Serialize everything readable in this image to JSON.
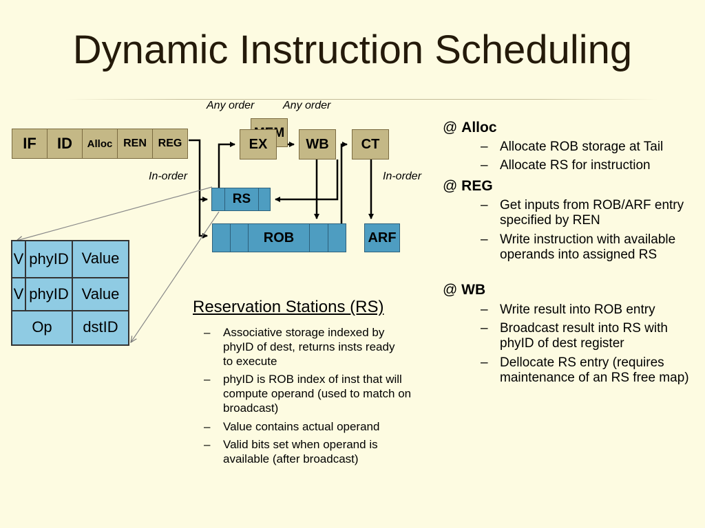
{
  "title": "Dynamic Instruction Scheduling",
  "labels": {
    "any_order_1": "Any order",
    "any_order_2": "Any order",
    "in_order_1": "In-order",
    "in_order_2": "In-order"
  },
  "pipeline": {
    "if": "IF",
    "id": "ID",
    "alloc": "Alloc",
    "ren": "REN",
    "reg": "REG",
    "mem": "MEM",
    "ex": "EX",
    "wb": "WB",
    "ct": "CT",
    "rs": "RS",
    "rob": "ROB",
    "arf": "ARF"
  },
  "rs_entry": {
    "v1": "V",
    "phyid1": "phyID",
    "value1": "Value",
    "v2": "V",
    "phyid2": "phyID",
    "value2": "Value",
    "op": "Op",
    "dstid": "dstID"
  },
  "rs_section": {
    "title": "Reservation Stations (RS)",
    "dash": "–",
    "bullets": [
      "Associative storage indexed by phyID of dest, returns insts ready to execute",
      "phyID is ROB index of inst that will compute operand (used to match on broadcast)",
      "Value contains actual operand",
      "Valid bits set when operand is available (after broadcast)"
    ]
  },
  "right": {
    "at": "@",
    "dash": "–",
    "alloc_head": "Alloc",
    "alloc_items": [
      "Allocate ROB storage at Tail",
      "Allocate RS for instruction"
    ],
    "reg_head": "REG",
    "reg_items": [
      "Get inputs from ROB/ARF entry specified by REN",
      "Write instruction with available operands into assigned RS"
    ],
    "wb_head": "WB",
    "wb_items": [
      "Write result into ROB entry",
      "Broadcast result into RS with phyID of dest register",
      "Dellocate RS entry (requires maintenance of an RS free map)"
    ]
  },
  "colors": {
    "background": "#fdfbe1",
    "stage_tan": "#c4b886",
    "queue_blue": "#4e9dc1",
    "entry_light_blue": "#8fcbe3"
  }
}
